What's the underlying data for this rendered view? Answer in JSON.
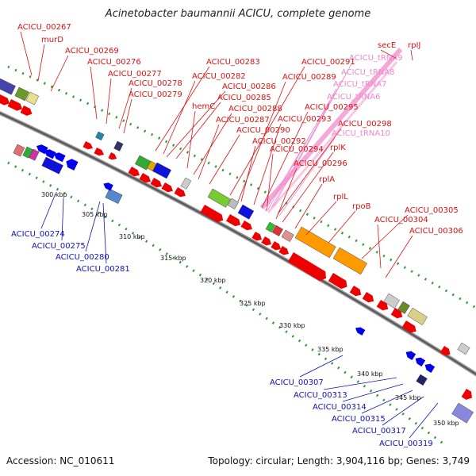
{
  "header": {
    "title": "Acinetobacter baumannii ACICU, complete genome"
  },
  "footer": {
    "accession": "Accession: NC_010611",
    "summary": "Topology: circular; Length: 3,904,116 bp; Genes: 3,749"
  },
  "colors": {
    "forward_label": "#dd1111",
    "reverse_label": "#1111bb",
    "trna_label": "#ee88cc",
    "backbone": "#777777",
    "tick": "#2f9a2f",
    "cds_forward": "#ee0000",
    "cds_reverse": "#0000ee"
  },
  "scale_labels": [
    "300 kbp",
    "305 kbp",
    "310 kbp",
    "315 kbp",
    "320 kbp",
    "325 kbp",
    "330 kbp",
    "335 kbp",
    "340 kbp",
    "345 kbp",
    "350 kbp"
  ],
  "forward_labels": [
    "ACICU_00267",
    "murD",
    "ACICU_00269",
    "ACICU_00276",
    "ACICU_00277",
    "ACICU_00278",
    "ACICU_00279",
    "ACICU_00283",
    "ACICU_00282",
    "ACICU_00286",
    "ACICU_00285",
    "hemC",
    "ACICU_00287",
    "ACICU_00288",
    "ACICU_00290",
    "ACICU_00291",
    "ACICU_00289",
    "ACICU_00295",
    "ACICU_00293",
    "ACICU_00292",
    "ACICU_00294",
    "ACICU_00296",
    "rplK",
    "rplA",
    "rplL",
    "rpoB",
    "secE",
    "rpIJ",
    "ACICU_00298",
    "ACICU_00305",
    "ACICU_00304",
    "ACICU_00306"
  ],
  "trna_labels": [
    "ACICU_tRNA9",
    "ACICU_tRNA8",
    "ACICU_tRNA7",
    "ACICU_tRNA6",
    "ACICU_tRNA10"
  ],
  "reverse_labels": [
    "ACICU_00274",
    "ACICU_00275",
    "ACICU_00280",
    "ACICU_00281",
    "ACICU_00307",
    "ACICU_00313",
    "ACICU_00314",
    "ACICU_00315",
    "ACICU_00317",
    "ACICU_00319"
  ]
}
